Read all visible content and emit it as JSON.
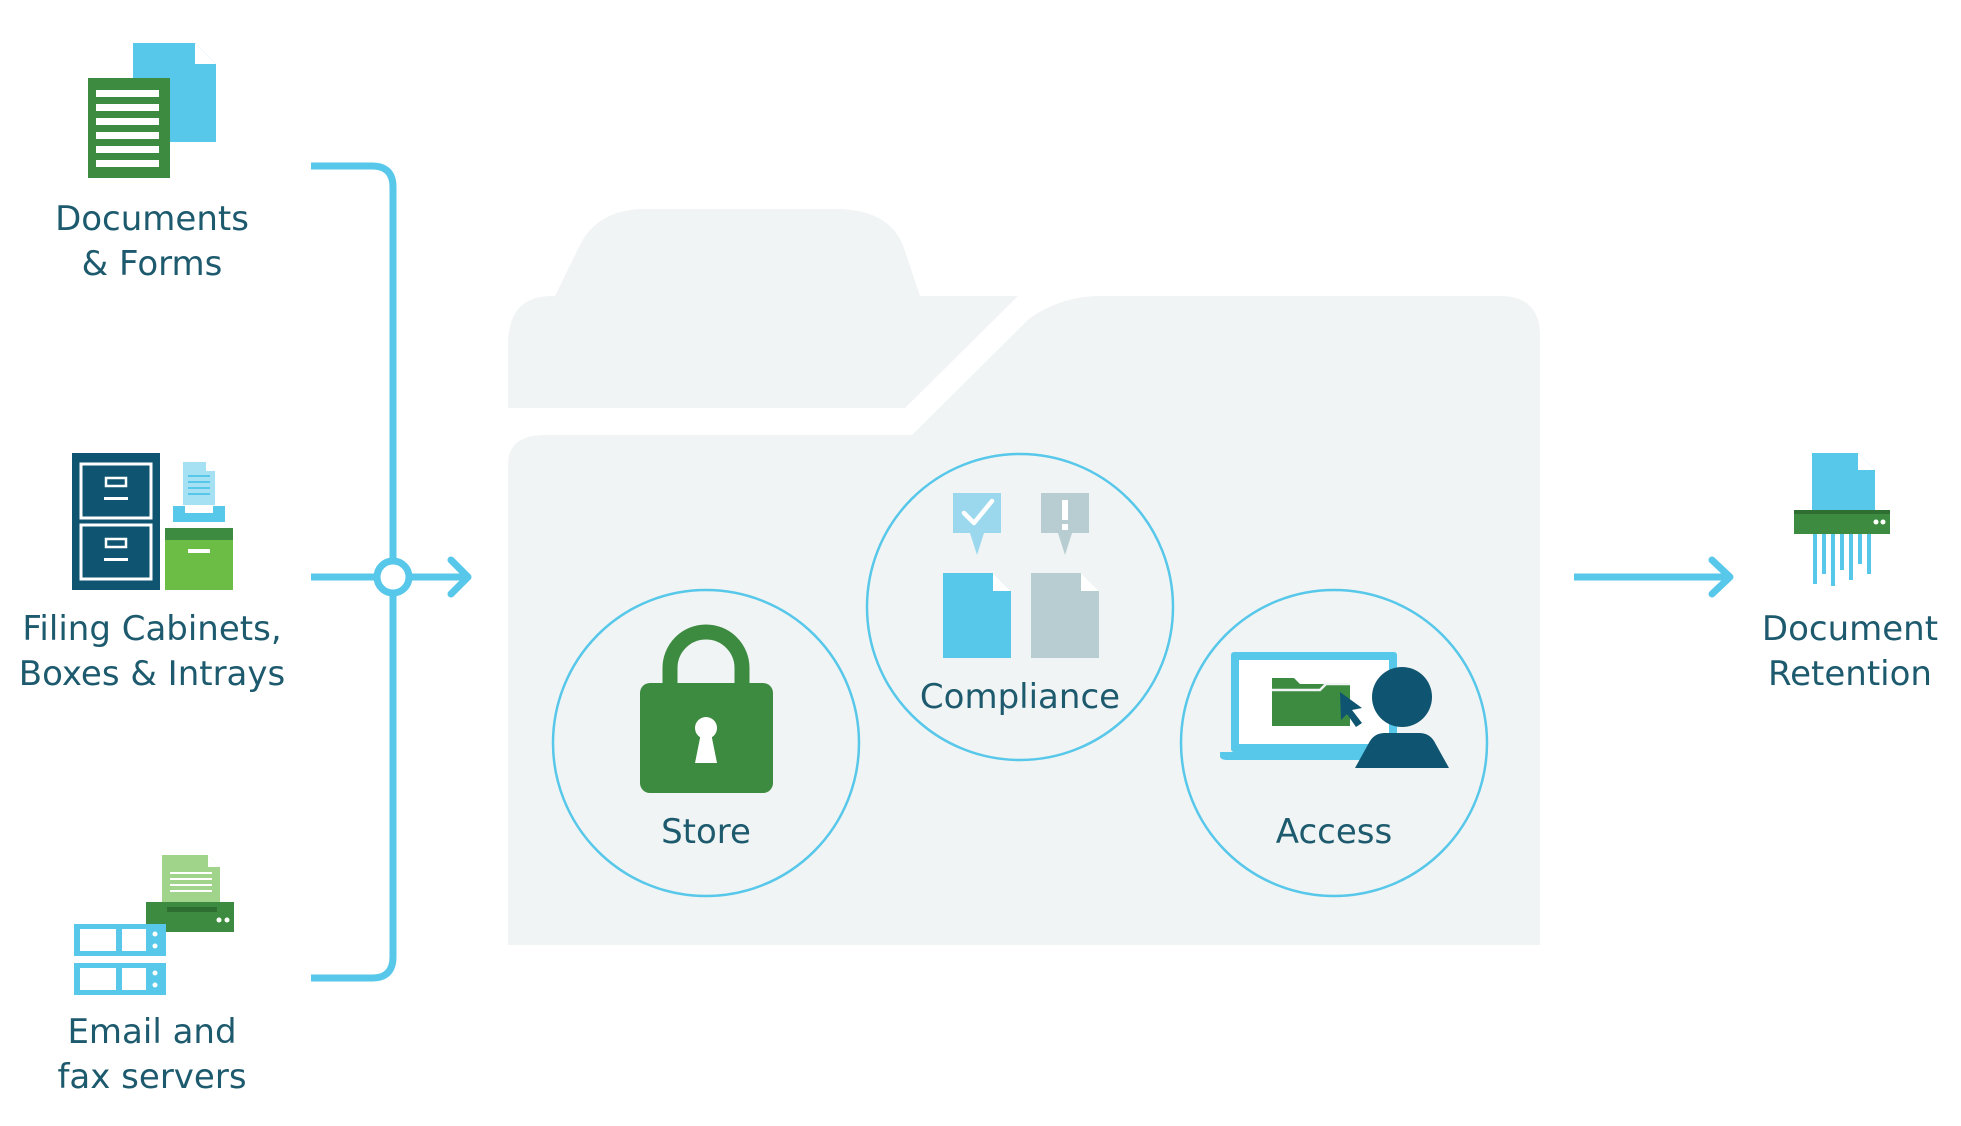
{
  "sources": [
    {
      "line1": "Documents",
      "line2": "& Forms",
      "icon": "documents-forms-icon"
    },
    {
      "line1": "Filing Cabinets,",
      "line2": "Boxes & Intrays",
      "icon": "filing-cabinet-icon"
    },
    {
      "line1": "Email and",
      "line2": "fax servers",
      "icon": "email-fax-servers-icon"
    }
  ],
  "stages": [
    {
      "label": "Store",
      "icon": "padlock-icon"
    },
    {
      "label": "Compliance",
      "icon": "compliance-documents-icon"
    },
    {
      "label": "Access",
      "icon": "user-laptop-icon"
    }
  ],
  "output": {
    "line1": "Document",
    "line2": "Retention",
    "icon": "shredder-icon"
  },
  "colors": {
    "connector": "#57c7ea",
    "text": "#1d5a6e",
    "green": "#3d8b40",
    "light_blue": "#57c7ea",
    "navy": "#0f5470",
    "grey": "#b7cdd1",
    "folder": "#f0f4f4"
  }
}
